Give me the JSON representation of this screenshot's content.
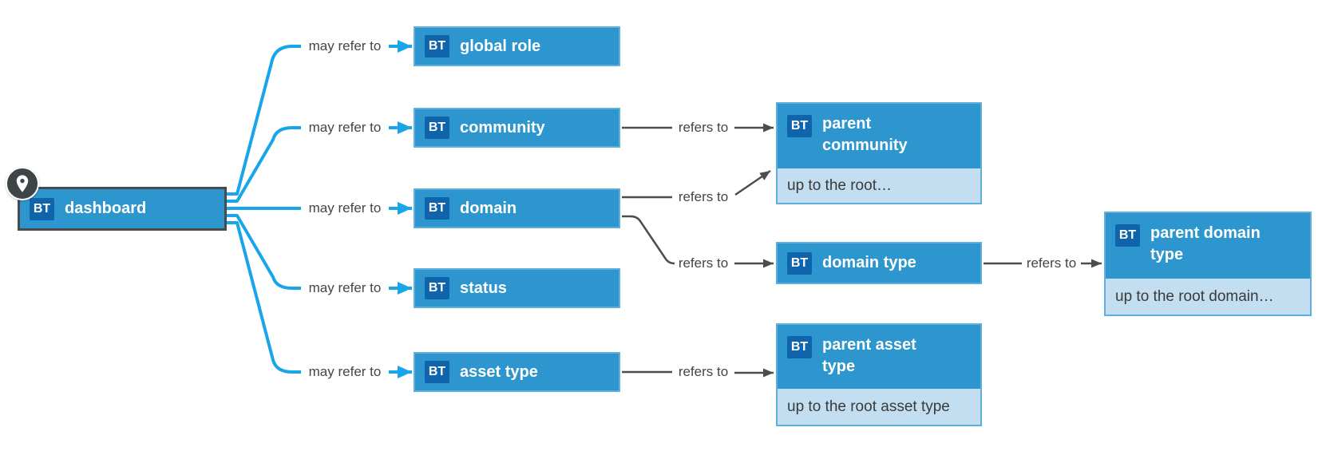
{
  "nodes": {
    "dashboard": {
      "badge": "BT",
      "label": "dashboard"
    },
    "global_role": {
      "badge": "BT",
      "label": "global role"
    },
    "community": {
      "badge": "BT",
      "label": "community"
    },
    "domain": {
      "badge": "BT",
      "label": "domain"
    },
    "status": {
      "badge": "BT",
      "label": "status"
    },
    "asset_type": {
      "badge": "BT",
      "label": "asset type"
    },
    "parent_community": {
      "badge": "BT",
      "label": "parent community",
      "note": "up to the root…"
    },
    "domain_type": {
      "badge": "BT",
      "label": "domain type"
    },
    "parent_asset_type": {
      "badge": "BT",
      "label": "parent asset type",
      "note": "up to the root asset type"
    },
    "parent_domain_type": {
      "badge": "BT",
      "label": "parent domain type",
      "note": "up to the root domain…"
    }
  },
  "edges": {
    "may_refer_to": "may refer to",
    "refers_to": "refers to"
  },
  "icons": {
    "root_marker": "location-pin-icon"
  },
  "colors": {
    "node_fill": "#2E96CF",
    "node_border": "#5FAEDB",
    "badge_fill": "#0F64AB",
    "note_fill": "#C3DEF0",
    "root_border": "#4A4A4A",
    "edge_blue": "#18A5E9",
    "edge_gray": "#4D4D4D",
    "label_text": "#454545",
    "pin_circle": "#3F4447"
  }
}
